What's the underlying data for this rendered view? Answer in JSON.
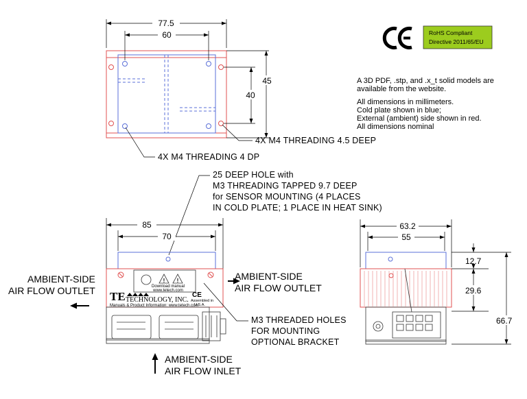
{
  "certifications": {
    "ce_mark": "CE",
    "rohs_line1": "RoHS Compliant",
    "rohs_line2": "Directive 2011/65/EU",
    "rohs_bg": "#9ccc1e"
  },
  "notes": {
    "models_line1": "A 3D PDF, .stp, and .x_t solid models are",
    "models_line2": "available from the website.",
    "dims_line1": "All dimensions in millimeters.",
    "dims_line2": "Cold plate shown in blue;",
    "dims_line3": "External (ambient) side shown in red.",
    "dims_line4": "All dimensions nominal"
  },
  "top_view": {
    "dim_overall_width": "77.5",
    "dim_hole_spacing_x": "60",
    "dim_overall_height": "45",
    "dim_hole_spacing_y": "40",
    "callout_red_holes": "4X M4 THREADING 4.5 DEEP",
    "callout_blue_holes": "4X M4 THREADING 4 DP"
  },
  "front_view": {
    "dim_overall_width": "85",
    "dim_plate_width": "70",
    "callout_sensor_line1": "25 DEEP HOLE with",
    "callout_sensor_line2": "M3 THREADING TAPPED 9.7 DEEP",
    "callout_sensor_line3": "for SENSOR MOUNTING (4 PLACES",
    "callout_sensor_line4": "IN COLD PLATE; 1 PLACE IN HEAT SINK)",
    "outlet_left_line1": "AMBIENT-SIDE",
    "outlet_left_line2": "AIR FLOW OUTLET",
    "outlet_right_line1": "AMBIENT-SIDE",
    "outlet_right_line2": "AIR FLOW OUTLET",
    "inlet_line1": "AMBIENT-SIDE",
    "inlet_line2": "AIR FLOW INLET",
    "bracket_line1": "M3 THREADED HOLES",
    "bracket_line2": "FOR MOUNTING",
    "bracket_line3": "OPTIONAL BRACKET",
    "label_download1": "Download manual",
    "label_download2": "www.tetech.com",
    "label_brand_te": "TE",
    "label_brand_name": "TECHNOLOGY, INC.",
    "label_manuals": "Manuals & Product Information: www.tetech.com",
    "label_assembled1": "Assembled in",
    "label_assembled2": "U.S.A.",
    "label_ce": "CE"
  },
  "side_view": {
    "dim_overall_width": "63.2",
    "dim_inner_width": "55",
    "dim_cold_plate": "12.7",
    "dim_heat_sink": "29.6",
    "dim_overall_height": "66.7"
  }
}
